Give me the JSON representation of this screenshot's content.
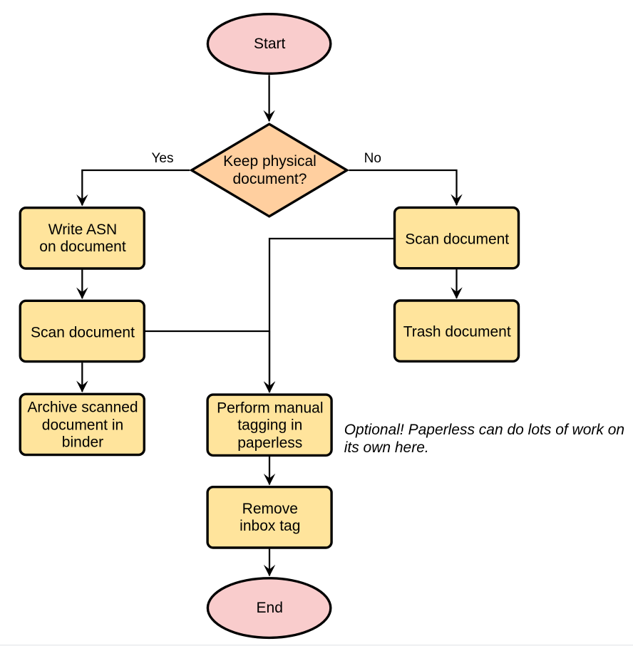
{
  "diagram": {
    "type": "flowchart",
    "background": "#ffffff",
    "palette": {
      "terminal_fill": "#f9cccc",
      "decision_fill": "#ffcf9f",
      "process_fill": "#ffe49c",
      "node_border": "#000000",
      "edge_color": "#000000",
      "text_color": "#000000",
      "footer_line": "#e9ebed",
      "footer_bg": "#f4f5f7"
    },
    "nodes": {
      "start": {
        "shape": "ellipse",
        "label": "Start"
      },
      "decision": {
        "shape": "diamond",
        "label": "Keep physical\ndocument?"
      },
      "write_asn": {
        "shape": "rect",
        "label": "Write ASN\non document"
      },
      "scan_left": {
        "shape": "rect",
        "label": "Scan document"
      },
      "archive": {
        "shape": "rect",
        "label": "Archive scanned\ndocument in\nbinder"
      },
      "scan_right": {
        "shape": "rect",
        "label": "Scan document"
      },
      "trash": {
        "shape": "rect",
        "label": "Trash document"
      },
      "perform": {
        "shape": "rect",
        "label": "Perform manual\ntagging in\npaperless"
      },
      "remove": {
        "shape": "rect",
        "label": "Remove\ninbox tag"
      },
      "end": {
        "shape": "ellipse",
        "label": "End"
      }
    },
    "edges": [
      {
        "from": "start",
        "to": "decision",
        "label": ""
      },
      {
        "from": "decision",
        "to": "write_asn",
        "label": "Yes"
      },
      {
        "from": "decision",
        "to": "scan_right",
        "label": "No"
      },
      {
        "from": "write_asn",
        "to": "scan_left",
        "label": ""
      },
      {
        "from": "scan_left",
        "to": "archive",
        "label": ""
      },
      {
        "from": "scan_right",
        "to": "perform",
        "label": ""
      },
      {
        "from": "scan_left",
        "to": "perform",
        "label": ""
      },
      {
        "from": "scan_right",
        "to": "trash",
        "label": ""
      },
      {
        "from": "perform",
        "to": "remove",
        "label": ""
      },
      {
        "from": "remove",
        "to": "end",
        "label": ""
      }
    ],
    "annotation": {
      "text": "Optional! Paperless can do lots of work on\nits own here."
    }
  }
}
